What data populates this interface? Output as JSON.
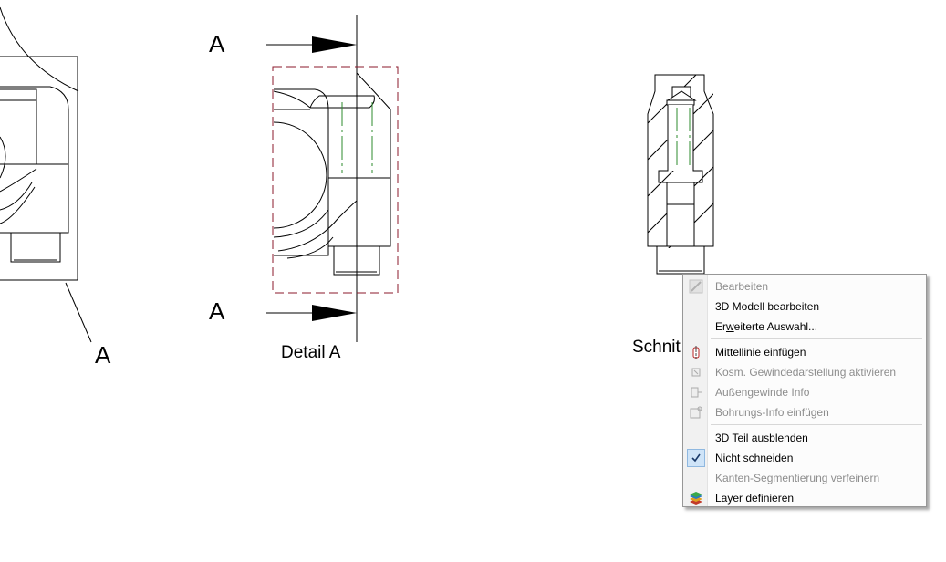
{
  "drawing": {
    "section_label_left": "A",
    "section_label_top": "A",
    "section_label_bottom": "A",
    "detail_title": "Detail A",
    "section_view_title": "Schnit"
  },
  "context_menu": {
    "items": [
      {
        "label": "Bearbeiten",
        "enabled": false,
        "icon": "edit-icon"
      },
      {
        "label": "3D Modell bearbeiten",
        "enabled": true,
        "icon": ""
      },
      {
        "label_prefix": "Er",
        "label_underlined": "w",
        "label_suffix": "eiterte Auswahl...",
        "enabled": true,
        "icon": ""
      },
      {
        "label": "Mittellinie einfügen",
        "enabled": true,
        "icon": "centerline-icon"
      },
      {
        "label": "Kosm. Gewindedarstellung aktivieren",
        "enabled": false,
        "icon": "thread-icon"
      },
      {
        "label": "Außengewinde Info",
        "enabled": false,
        "icon": "external-thread-icon"
      },
      {
        "label": "Bohrungs-Info einfügen",
        "enabled": false,
        "icon": "hole-info-icon"
      },
      {
        "label": "3D Teil ausblenden",
        "enabled": true,
        "icon": ""
      },
      {
        "label": "Nicht schneiden",
        "enabled": true,
        "checked": true,
        "icon": "checkmark-icon"
      },
      {
        "label": "Kanten-Segmentierung verfeinern",
        "enabled": false,
        "icon": ""
      },
      {
        "label": "Layer definieren",
        "enabled": true,
        "icon": "layers-icon"
      }
    ]
  },
  "colors": {
    "detail_border": "#8b1a2b",
    "centerline": "#2e8b2e",
    "menu_border": "#979797"
  }
}
